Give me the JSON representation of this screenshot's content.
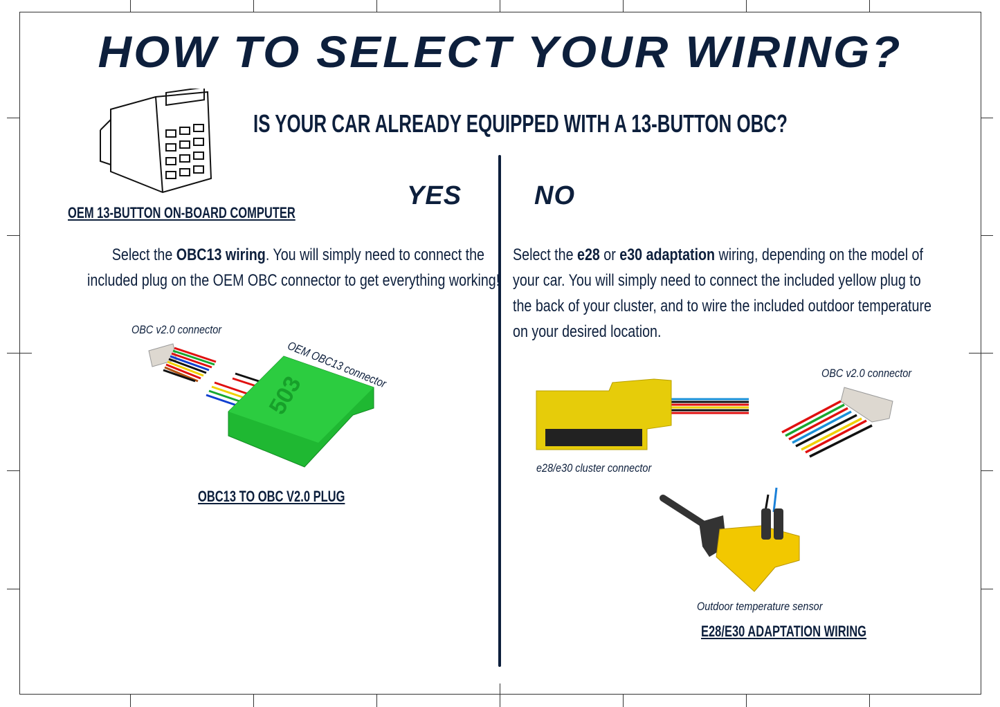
{
  "title": "HOW TO SELECT YOUR WIRING?",
  "question": "IS YOUR CAR ALREADY EQUIPPED WITH A 13-BUTTON OBC?",
  "yes": {
    "heading": "YES",
    "obc_caption": "OEM 13-BUTTON ON-BOARD COMPUTER",
    "line1_pre": "Select the ",
    "line1_bold": "OBC13 wiring",
    "line1_post": ". You will simply need to connect the",
    "line2": "included plug on the OEM OBC connector to get everything working!",
    "label_obc_v2": "OBC v2.0 connector",
    "label_oem": "OEM OBC13 connector",
    "plug_caption": "OBC13 TO OBC V2.0 PLUG"
  },
  "no": {
    "heading": "NO",
    "line1_pre": "Select the ",
    "line1_bold1": "e28",
    "line1_mid": " or ",
    "line1_bold2": "e30 adaptation",
    "line1_post": " wiring, depending on the model of",
    "line2": "your car. You will simply need to connect the included yellow plug to",
    "line3": "the back of your cluster, and to wire the included outdoor temperature",
    "line4": "on your desired location.",
    "label_obc_v2": "OBC v2.0 connector",
    "label_cluster": "e28/e30 cluster connector",
    "label_sensor": "Outdoor temperature sensor",
    "wiring_caption": "E28/E30 ADAPTATION WIRING"
  },
  "colors": {
    "text": "#0d1f3c",
    "green": "#1fb832",
    "yellow": "#e6cc0a"
  }
}
